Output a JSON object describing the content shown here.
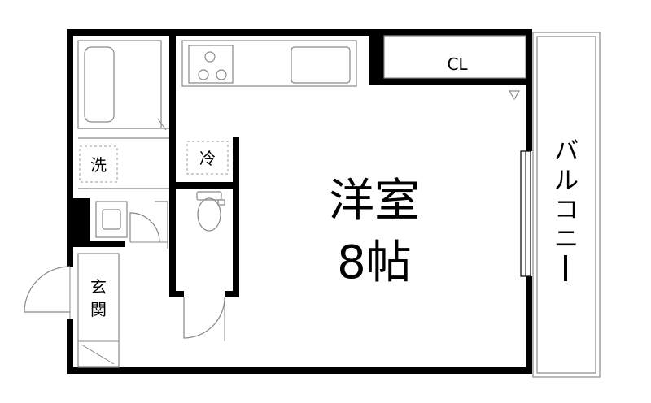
{
  "labels": {
    "room": "洋室",
    "size": "8帖",
    "closet": "CL",
    "fridge": "冷",
    "washer": "洗",
    "entrance": "玄関",
    "balcony": "バルコニー"
  }
}
